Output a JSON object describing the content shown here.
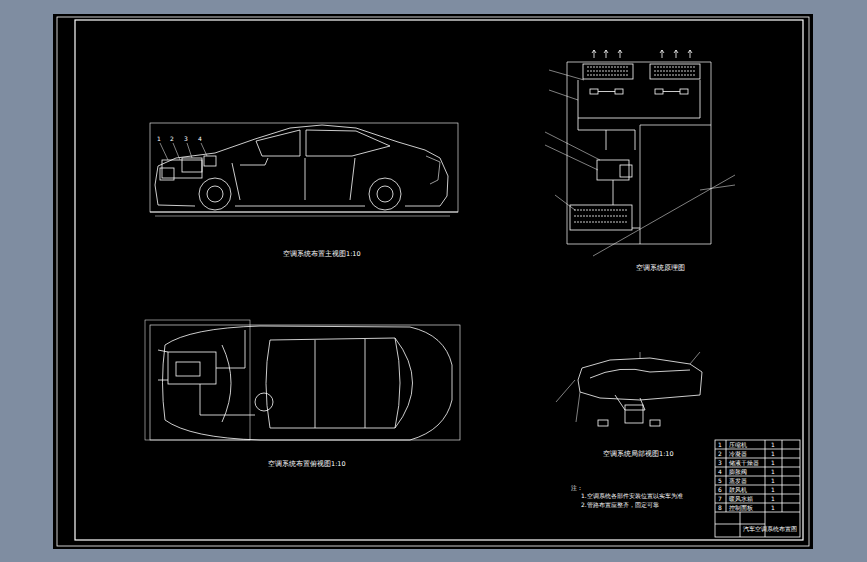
{
  "diagram": {
    "labels": [
      "1",
      "2",
      "3",
      "4",
      "空调系统布置主视图1:10",
      "空调系统布置俯视图1:10",
      "空调系统原理图",
      "空调系统局部视图1:10",
      "注：",
      "1.空调系统各部件安装位置以实车为准",
      "2.管路布置应整齐，固定可靠",
      "1",
      "压缩机",
      "1",
      "2",
      "冷凝器",
      "1",
      "3",
      "储液干燥器",
      "1",
      "4",
      "膨胀阀",
      "1",
      "5",
      "蒸发器",
      "1",
      "6",
      "鼓风机",
      "1",
      "7",
      "暖风水箱",
      "1",
      "8",
      "控制面板",
      "1",
      "汽车空调系统布置图"
    ]
  }
}
